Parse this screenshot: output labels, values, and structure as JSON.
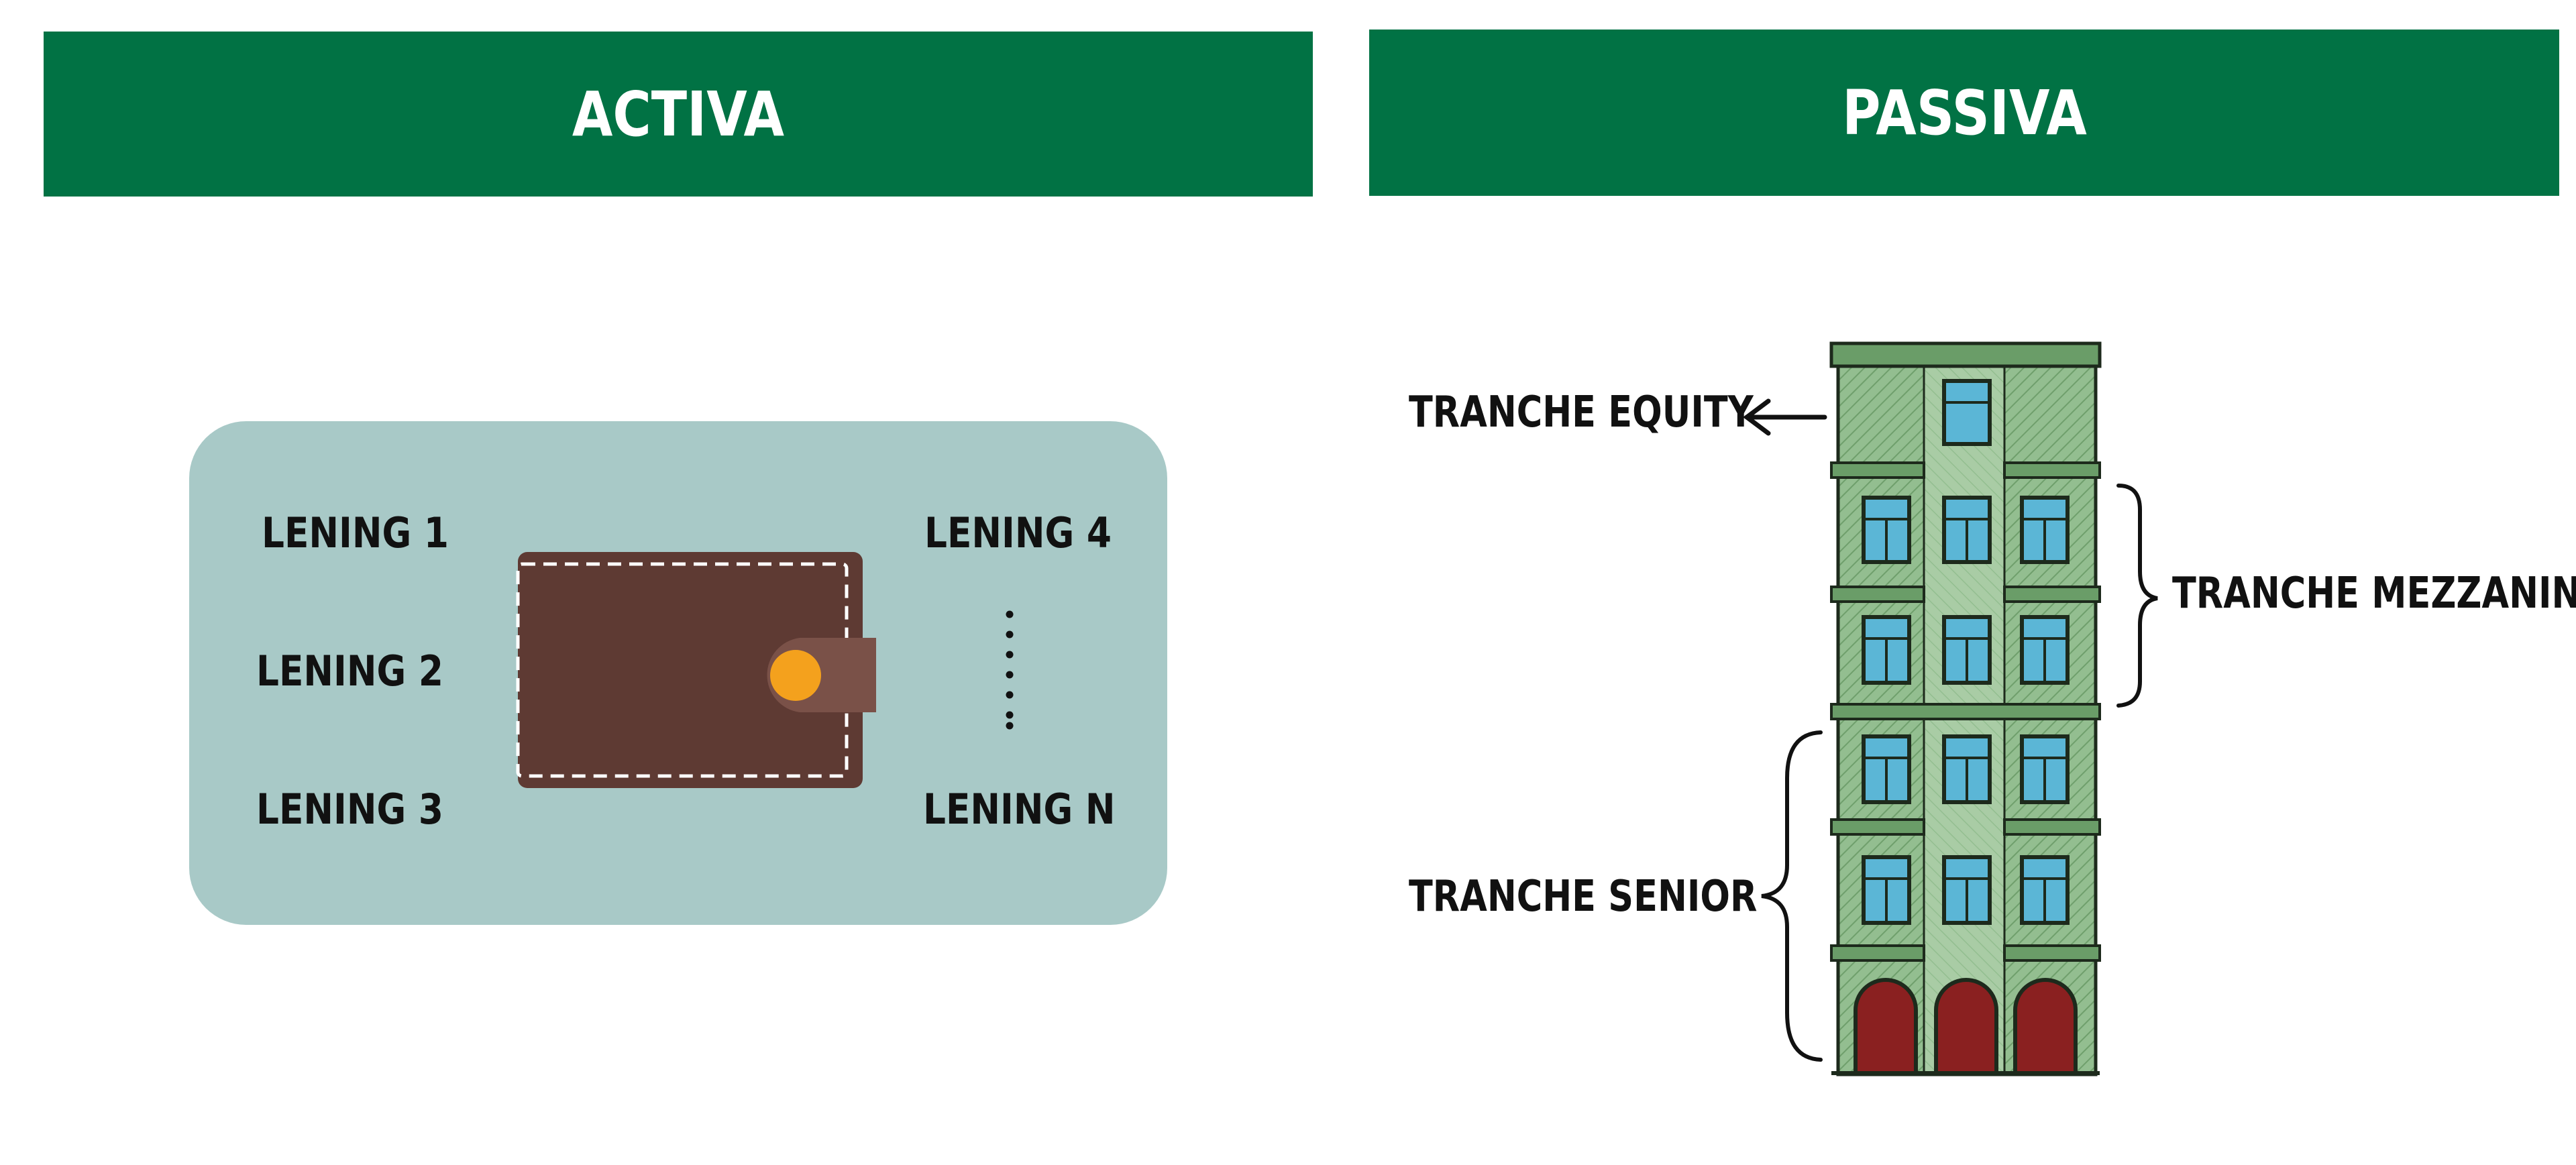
{
  "activa": {
    "title": "ACTIVA",
    "loans": [
      "LENING 1",
      "LENING 2",
      "LENING 3",
      "LENING 4",
      "LENING N"
    ],
    "ellipsis": "⋮",
    "wallet_icon": "wallet-icon"
  },
  "passiva": {
    "title": "PASSIVA",
    "tranches": {
      "equity": "TRANCHE EQUITY",
      "mezzanine": "TRANCHE MEZZANINE",
      "senior": "TRANCHE SENIOR"
    },
    "building_icon": "building-icon"
  },
  "colors": {
    "header_green": "#017244",
    "box_teal": "#a8c9c7",
    "wallet_brown": "#5e3a33",
    "clasp_brown": "#7a5148",
    "clasp_orange": "#f4a11d",
    "building_green": "#93be90",
    "window_blue": "#5bb6d6",
    "door_red": "#8a2020"
  }
}
